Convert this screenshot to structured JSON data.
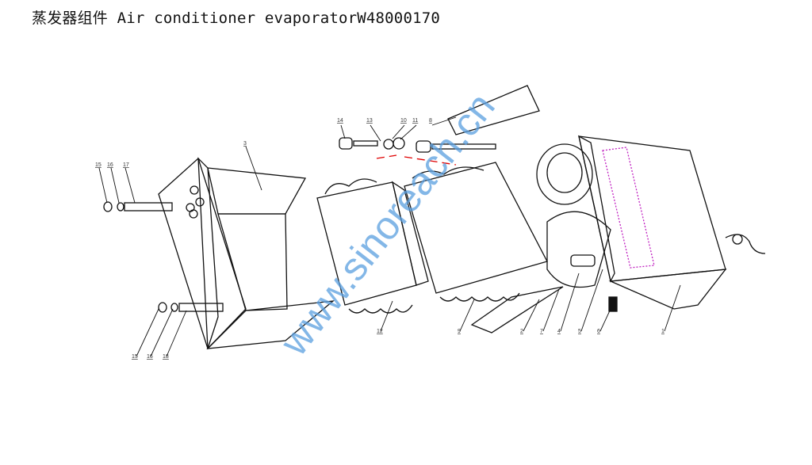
{
  "title": "蒸发器组件 Air conditioner evaporatorW48000170",
  "watermark": "www.sinoreach.cn",
  "part_labels": {
    "p1": "1",
    "p2": "2",
    "p3": "3",
    "p4": "4",
    "p5": "5",
    "p6": "6",
    "p7": "7",
    "p8": "8",
    "p9": "9",
    "p10": "10",
    "p11": "11",
    "p12": "12",
    "p13": "13",
    "p14": "14",
    "p15a": "15",
    "p16a": "16",
    "p17": "17",
    "p15b": "15",
    "p16b": "16",
    "p18": "18"
  },
  "colors": {
    "line": "#111111",
    "highlight": "#e00000",
    "watermark": "#5a9fe0",
    "grille": "#c020c0"
  }
}
